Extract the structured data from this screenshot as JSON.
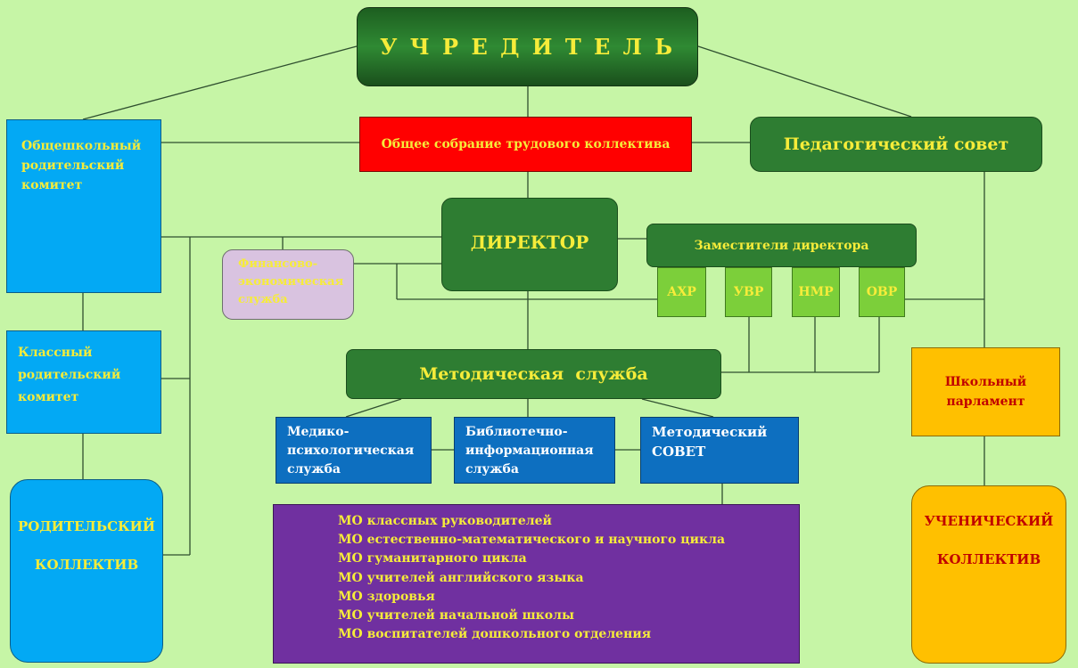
{
  "founder": "У Ч Р Е Д И Т Е Л Ь",
  "general_meeting": "Общее собрание трудового коллектива",
  "ped_council": "Педагогический совет",
  "school_parent_committee": [
    "Общешкольный",
    "родительский",
    "комитет"
  ],
  "director": "ДИРЕКТОР",
  "deputies": {
    "title": "Заместители директора",
    "units": [
      "АХР",
      "УВР",
      "НМР",
      "ОВР"
    ]
  },
  "finance_service": [
    "Финансово-",
    "экономическая",
    "служба"
  ],
  "class_parent_committee": [
    "Классный",
    "родительский",
    "комитет"
  ],
  "method_service": "Методическая  служба",
  "medical_service": [
    "Медико-",
    "психологическая",
    "служба"
  ],
  "library_service": [
    "Библиотечно-",
    "информационная",
    "служба"
  ],
  "method_council": [
    "Методический",
    "СОВЕТ"
  ],
  "school_parliament": [
    "Школьный",
    "парламент"
  ],
  "parent_collective": [
    "РОДИТЕЛЬСКИЙ",
    "КОЛЛЕКТИВ"
  ],
  "student_collective": [
    "УЧЕНИЧЕСКИЙ",
    "КОЛЛЕКТИВ"
  ],
  "mo_list": [
    "МО классных руководителей",
    "МО естественно-математического и научного цикла",
    "МО гуманитарного цикла",
    "МО учителей английского языка",
    "МО здоровья",
    "МО учителей начальной школы",
    "МО воспитателей дошкольного отделения"
  ],
  "colors": {
    "background": "#c6f5a6",
    "dark_green": "#2e7d32",
    "light_green": "#7ccf3a",
    "red": "#ff0000",
    "blue": "#03a9f4",
    "dark_blue": "#0d6fc0",
    "purple": "#7030a0",
    "orange": "#ffc000",
    "lavender": "#d9c3e0",
    "yellow_text": "#f6ec3a",
    "red_text": "#c00000"
  }
}
